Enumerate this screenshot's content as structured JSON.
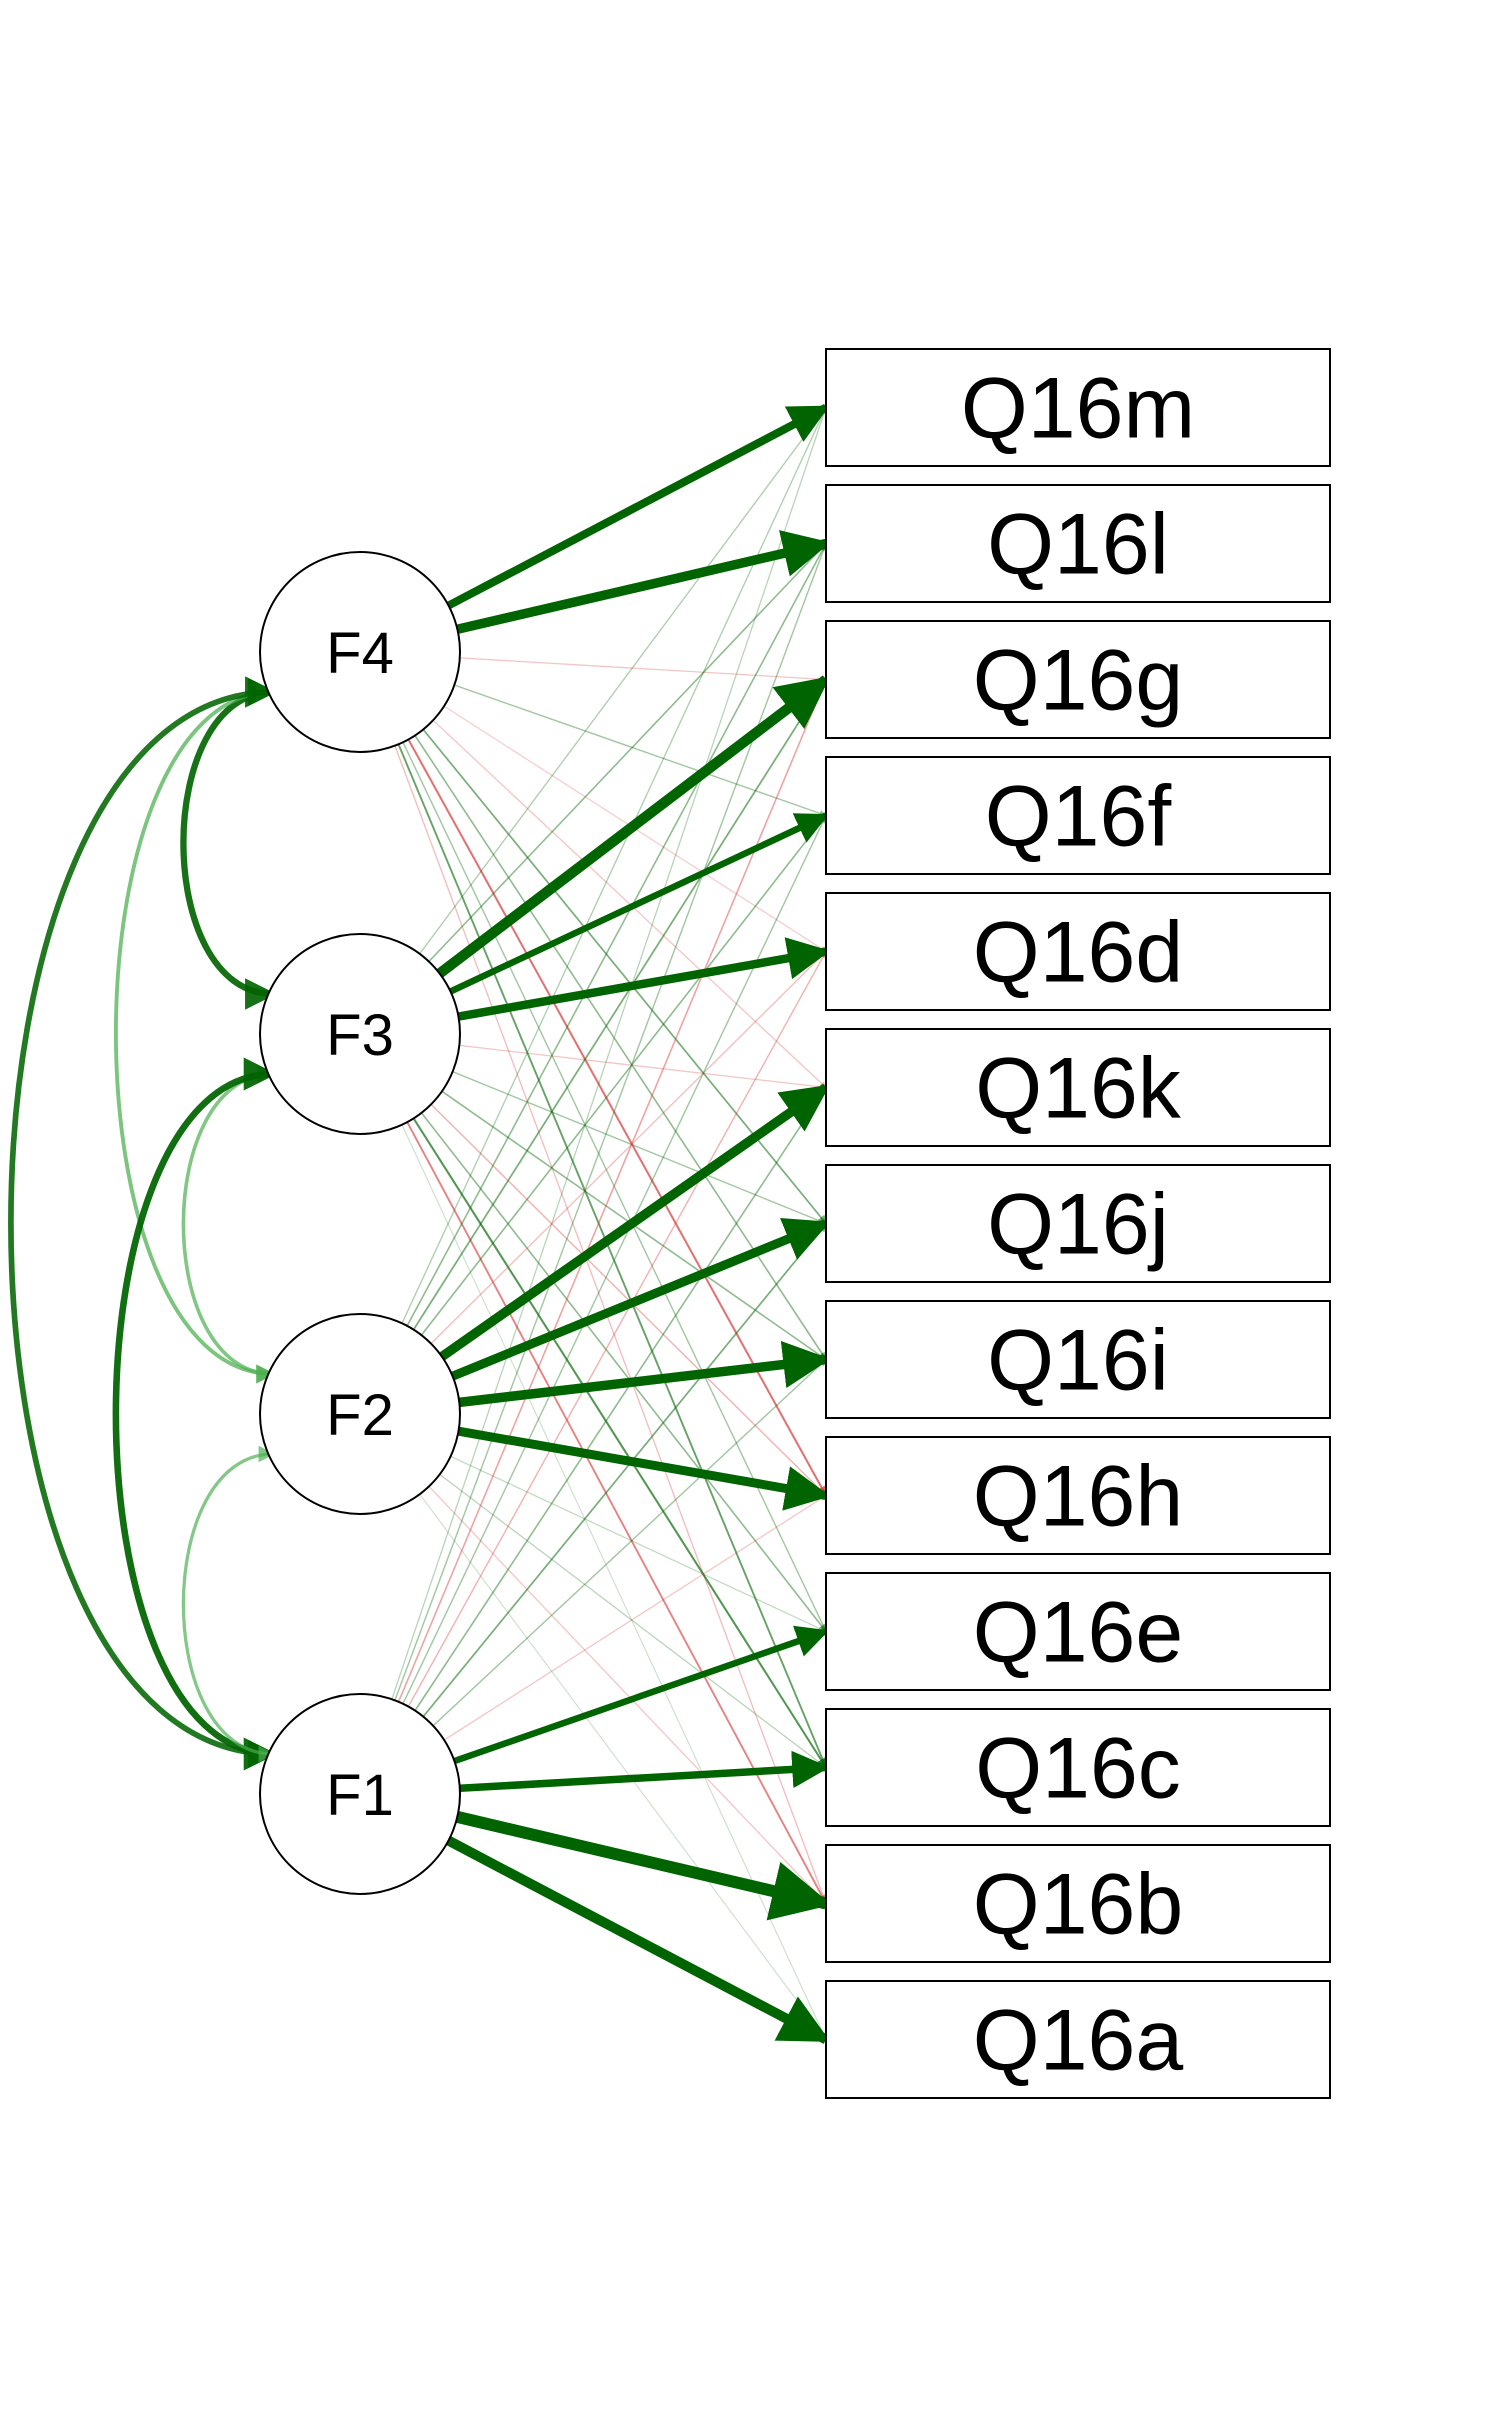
{
  "colors": {
    "positive": "#006400",
    "positive_light": "#4caf50",
    "negative": "#d32f2f",
    "node_stroke": "#000000",
    "background": "#ffffff"
  },
  "factors": [
    {
      "id": "F4",
      "label": "F4"
    },
    {
      "id": "F3",
      "label": "F3"
    },
    {
      "id": "F2",
      "label": "F2"
    },
    {
      "id": "F1",
      "label": "F1"
    }
  ],
  "items": [
    {
      "id": "Q16m",
      "label": "Q16m"
    },
    {
      "id": "Q16l",
      "label": "Q16l"
    },
    {
      "id": "Q16g",
      "label": "Q16g"
    },
    {
      "id": "Q16f",
      "label": "Q16f"
    },
    {
      "id": "Q16d",
      "label": "Q16d"
    },
    {
      "id": "Q16k",
      "label": "Q16k"
    },
    {
      "id": "Q16j",
      "label": "Q16j"
    },
    {
      "id": "Q16i",
      "label": "Q16i"
    },
    {
      "id": "Q16h",
      "label": "Q16h"
    },
    {
      "id": "Q16e",
      "label": "Q16e"
    },
    {
      "id": "Q16c",
      "label": "Q16c"
    },
    {
      "id": "Q16b",
      "label": "Q16b"
    },
    {
      "id": "Q16a",
      "label": "Q16a"
    }
  ],
  "primary_loadings": [
    {
      "from": "F4",
      "to": "Q16m",
      "value": 0.6
    },
    {
      "from": "F4",
      "to": "Q16l",
      "value": 0.75
    },
    {
      "from": "F3",
      "to": "Q16g",
      "value": 0.85
    },
    {
      "from": "F3",
      "to": "Q16f",
      "value": 0.45
    },
    {
      "from": "F3",
      "to": "Q16d",
      "value": 0.65
    },
    {
      "from": "F2",
      "to": "Q16k",
      "value": 0.75
    },
    {
      "from": "F2",
      "to": "Q16j",
      "value": 0.7
    },
    {
      "from": "F2",
      "to": "Q16i",
      "value": 0.75
    },
    {
      "from": "F2",
      "to": "Q16h",
      "value": 0.7
    },
    {
      "from": "F1",
      "to": "Q16e",
      "value": 0.45
    },
    {
      "from": "F1",
      "to": "Q16c",
      "value": 0.55
    },
    {
      "from": "F1",
      "to": "Q16b",
      "value": 1.0
    },
    {
      "from": "F1",
      "to": "Q16a",
      "value": 0.8
    }
  ],
  "cross_loadings": [
    {
      "from": "F4",
      "to": "Q16g",
      "value": -0.1
    },
    {
      "from": "F4",
      "to": "Q16f",
      "value": 0.15
    },
    {
      "from": "F4",
      "to": "Q16d",
      "value": -0.08
    },
    {
      "from": "F4",
      "to": "Q16k",
      "value": -0.1
    },
    {
      "from": "F4",
      "to": "Q16j",
      "value": 0.25
    },
    {
      "from": "F4",
      "to": "Q16i",
      "value": 0.2
    },
    {
      "from": "F4",
      "to": "Q16h",
      "value": -0.35
    },
    {
      "from": "F4",
      "to": "Q16e",
      "value": 0.15
    },
    {
      "from": "F4",
      "to": "Q16c",
      "value": 0.3
    },
    {
      "from": "F4",
      "to": "Q16b",
      "value": -0.12
    },
    {
      "from": "F3",
      "to": "Q16m",
      "value": 0.12
    },
    {
      "from": "F3",
      "to": "Q16l",
      "value": 0.2
    },
    {
      "from": "F3",
      "to": "Q16k",
      "value": -0.1
    },
    {
      "from": "F3",
      "to": "Q16j",
      "value": 0.15
    },
    {
      "from": "F3",
      "to": "Q16i",
      "value": 0.2
    },
    {
      "from": "F3",
      "to": "Q16h",
      "value": -0.15
    },
    {
      "from": "F3",
      "to": "Q16e",
      "value": 0.2
    },
    {
      "from": "F3",
      "to": "Q16c",
      "value": 0.35
    },
    {
      "from": "F3",
      "to": "Q16b",
      "value": -0.3
    },
    {
      "from": "F3",
      "to": "Q16a",
      "value": 0.05
    },
    {
      "from": "F2",
      "to": "Q16m",
      "value": 0.12
    },
    {
      "from": "F2",
      "to": "Q16l",
      "value": 0.2
    },
    {
      "from": "F2",
      "to": "Q16g",
      "value": 0.25
    },
    {
      "from": "F2",
      "to": "Q16f",
      "value": 0.2
    },
    {
      "from": "F2",
      "to": "Q16d",
      "value": -0.12
    },
    {
      "from": "F2",
      "to": "Q16e",
      "value": 0.08
    },
    {
      "from": "F2",
      "to": "Q16c",
      "value": 0.1
    },
    {
      "from": "F2",
      "to": "Q16b",
      "value": -0.1
    },
    {
      "from": "F2",
      "to": "Q16a",
      "value": 0.05
    },
    {
      "from": "F1",
      "to": "Q16m",
      "value": 0.1
    },
    {
      "from": "F1",
      "to": "Q16l",
      "value": 0.15
    },
    {
      "from": "F1",
      "to": "Q16g",
      "value": -0.2
    },
    {
      "from": "F1",
      "to": "Q16f",
      "value": 0.15
    },
    {
      "from": "F1",
      "to": "Q16d",
      "value": -0.15
    },
    {
      "from": "F1",
      "to": "Q16k",
      "value": 0.2
    },
    {
      "from": "F1",
      "to": "Q16j",
      "value": 0.25
    },
    {
      "from": "F1",
      "to": "Q16i",
      "value": 0.15
    },
    {
      "from": "F1",
      "to": "Q16h",
      "value": -0.1
    }
  ],
  "covariances": [
    {
      "from": "F4",
      "to": "F3",
      "value": 0.8
    },
    {
      "from": "F4",
      "to": "F2",
      "value": 0.4
    },
    {
      "from": "F4",
      "to": "F1",
      "value": 0.7
    },
    {
      "from": "F3",
      "to": "F2",
      "value": 0.35
    },
    {
      "from": "F3",
      "to": "F1",
      "value": 0.85
    },
    {
      "from": "F2",
      "to": "F1",
      "value": 0.3
    }
  ]
}
